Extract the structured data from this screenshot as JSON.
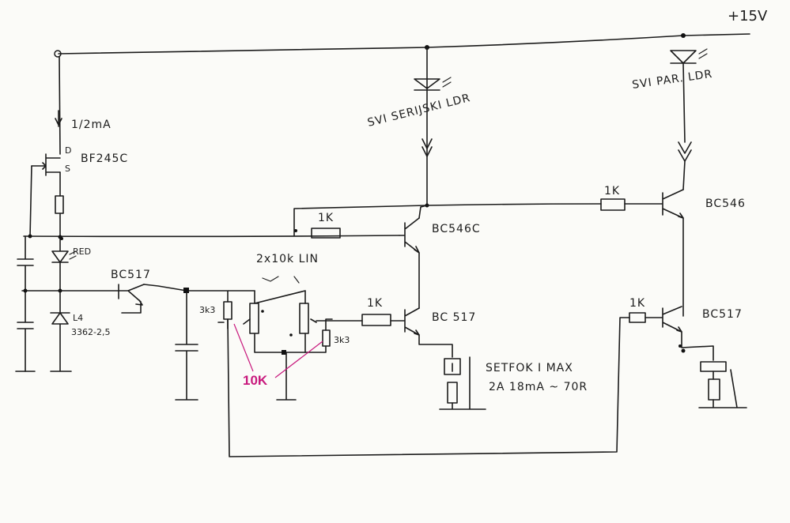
{
  "labels": {
    "supply": "+15V",
    "current": "1/2mA",
    "jfet_d": "D",
    "jfet_s": "S",
    "jfet_part": "BF245C",
    "led_red": "RED",
    "zener_part": "L4",
    "zener_value": "3362-2,5",
    "q_input": "BC517",
    "r_left": "3k3",
    "pot": "2x10k LIN",
    "r_right": "3k3",
    "pot_note": "10K",
    "r_top_base": "1K",
    "q_mid": "BC546C",
    "led_series_note": "SVI SERIJSKI LDR",
    "r_mid_base": "1K",
    "q_bc517_mid": "BC 517",
    "load_note_1": "SETFOK I MAX",
    "load_note_2": "2A 18mA ~ 70R",
    "led_parallel_note": "SVI PAR. LDR",
    "r_right_top": "1K",
    "q_right_top": "BC546",
    "r_right_bottom": "1K",
    "q_right_bottom": "BC517"
  },
  "colors": {
    "ink": "#1b1b1b",
    "annotation": "#c8197d",
    "paper": "#fbfbf8"
  }
}
